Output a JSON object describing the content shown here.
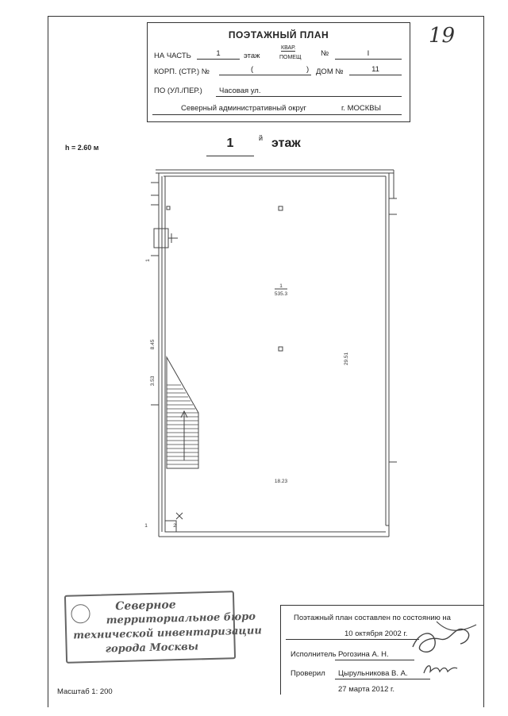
{
  "page_number": "19",
  "title_block": {
    "title": "ПОЭТАЖНЫЙ ПЛАН",
    "na_chast_label": "НА ЧАСТЬ",
    "na_chast_value": "1",
    "etazh_label": "этаж",
    "kvar_label": "КВАР.",
    "pomeshch_label": "ПОМЕЩ",
    "number_sign": "№",
    "pomeshch_value": "I",
    "korp_label": "КОРП. (СТР.) №",
    "korp_value": "(",
    "korp_close": ")",
    "dom_label": "ДОМ №",
    "dom_value": "11",
    "street_label": "ПО (УЛ./ПЕР.)",
    "street_value": "Часовая ул.",
    "district_value": "Северный административный округ",
    "city_value": "г. МОСКВЫ"
  },
  "floor_heading": {
    "number": "1",
    "suffix": "й",
    "word": "этаж"
  },
  "ceiling_height": "h = 2.60 м",
  "plan": {
    "room_number": "1",
    "room_area": "535.3",
    "dim_right": "29.51",
    "dim_bottom": "18.23",
    "dim_left_upper": "8.45",
    "dim_left_lower": "3.53",
    "mark_section": "1",
    "mark_stair": "2",
    "mark_upper": "1"
  },
  "stamp": {
    "line1": "Северное",
    "line2": "территориальное бюро",
    "line3": "технической инвентаризации",
    "line4": "города Москвы"
  },
  "info_block": {
    "status_text": "Поэтажный план составлен по состоянию на",
    "status_date": "10 октября 2002 г.",
    "executor_label": "Исполнитель",
    "executor_name": "Рогозина А. Н.",
    "checker_label": "Проверил",
    "checker_name": "Цырульникова В. А.",
    "check_date": "27 марта 2012 г."
  },
  "scale": "Масштаб 1: 200"
}
